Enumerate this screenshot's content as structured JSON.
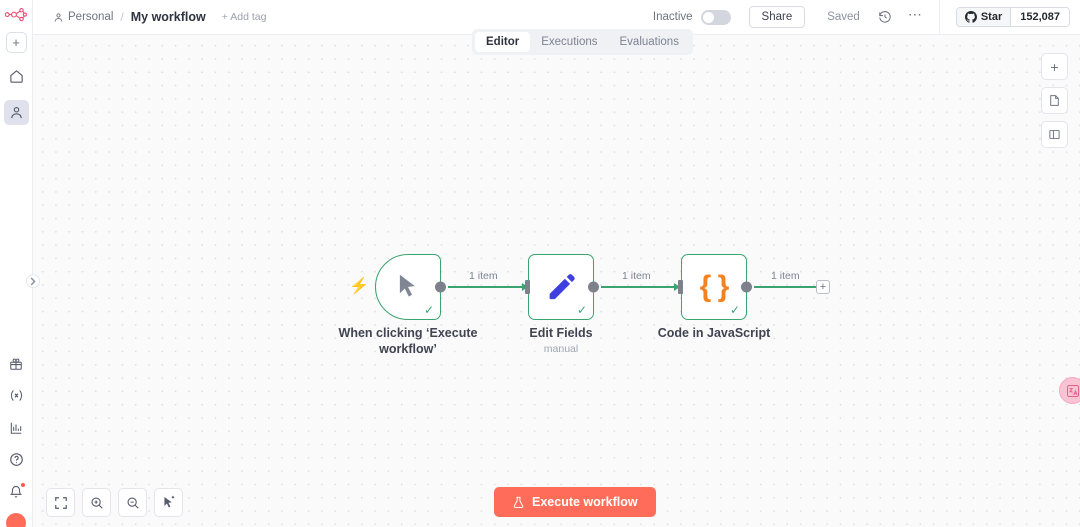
{
  "sidebar": {
    "logo_icon": "n8n-logo-icon",
    "add_button_label": "+",
    "items": [
      {
        "name": "home",
        "icon": "home-icon",
        "active": false
      },
      {
        "name": "personal",
        "icon": "person-icon",
        "active": true
      }
    ],
    "bottom_items": [
      {
        "name": "templates",
        "icon": "gift-icon"
      },
      {
        "name": "variables",
        "icon": "variable-x-icon"
      },
      {
        "name": "insights",
        "icon": "bar-chart-icon"
      },
      {
        "name": "help",
        "icon": "question-circle-icon"
      },
      {
        "name": "notifications",
        "icon": "bell-icon",
        "badge": true
      }
    ],
    "collapse_handle_icon": "chevron-right-icon"
  },
  "topbar": {
    "breadcrumb_personal": "Personal",
    "breadcrumb_separator": "/",
    "workflow_name": "My workflow",
    "add_tag_label": "+ Add tag",
    "inactive_label": "Inactive",
    "toggle_state": "off",
    "share_label": "Share",
    "saved_label": "Saved",
    "history_icon": "history-clock-icon",
    "more_icon": "ellipsis-icon",
    "github_star_label": "Star",
    "github_star_count": "152,087"
  },
  "tabs": [
    {
      "label": "Editor",
      "active": true
    },
    {
      "label": "Executions",
      "active": false
    },
    {
      "label": "Evaluations",
      "active": false
    }
  ],
  "canvas": {
    "nodes": [
      {
        "id": "trigger",
        "title": "When clicking ‘Execute workflow’",
        "subtitle": "",
        "icon": "mouse-pointer-icon",
        "shape": "trigger",
        "status": "success",
        "status_icon": "check-icon",
        "bolt_icon": "lightning-bolt-icon"
      },
      {
        "id": "edit-fields",
        "title": "Edit Fields",
        "subtitle": "manual",
        "icon": "pencil-icon",
        "shape": "rect",
        "status": "success",
        "status_icon": "check-icon"
      },
      {
        "id": "code-js",
        "title": "Code in JavaScript",
        "subtitle": "",
        "icon": "curly-braces-icon",
        "shape": "rect",
        "status": "success",
        "status_icon": "check-icon"
      }
    ],
    "connections": [
      {
        "from": "trigger",
        "to": "edit-fields",
        "label": "1 item"
      },
      {
        "from": "edit-fields",
        "to": "code-js",
        "label": "1 item"
      },
      {
        "from": "code-js",
        "to": "add",
        "label": "1 item"
      }
    ],
    "add_node_label": "+",
    "colors": {
      "node_border_success": "#3aa370",
      "connection": "#3aa370",
      "accent": "#ff6d5a",
      "pencil_icon": "#3f3fe0",
      "braces_icon": "#f58220"
    }
  },
  "right_tools": [
    {
      "name": "add-node",
      "icon": "plus-icon",
      "label": "+"
    },
    {
      "name": "add-sticky-note",
      "icon": "sticky-note-icon"
    },
    {
      "name": "toggle-panel",
      "icon": "panel-icon"
    }
  ],
  "language_fab": {
    "icon": "translate-icon",
    "label": "中A"
  },
  "zoom_tools": [
    {
      "name": "zoom-to-fit",
      "icon": "fit-screen-icon"
    },
    {
      "name": "zoom-in",
      "icon": "zoom-in-icon"
    },
    {
      "name": "zoom-out",
      "icon": "zoom-out-icon"
    },
    {
      "name": "reset-zoom",
      "icon": "cursor-reset-icon"
    }
  ],
  "execute_button": {
    "label": "Execute workflow",
    "icon": "flask-icon"
  }
}
